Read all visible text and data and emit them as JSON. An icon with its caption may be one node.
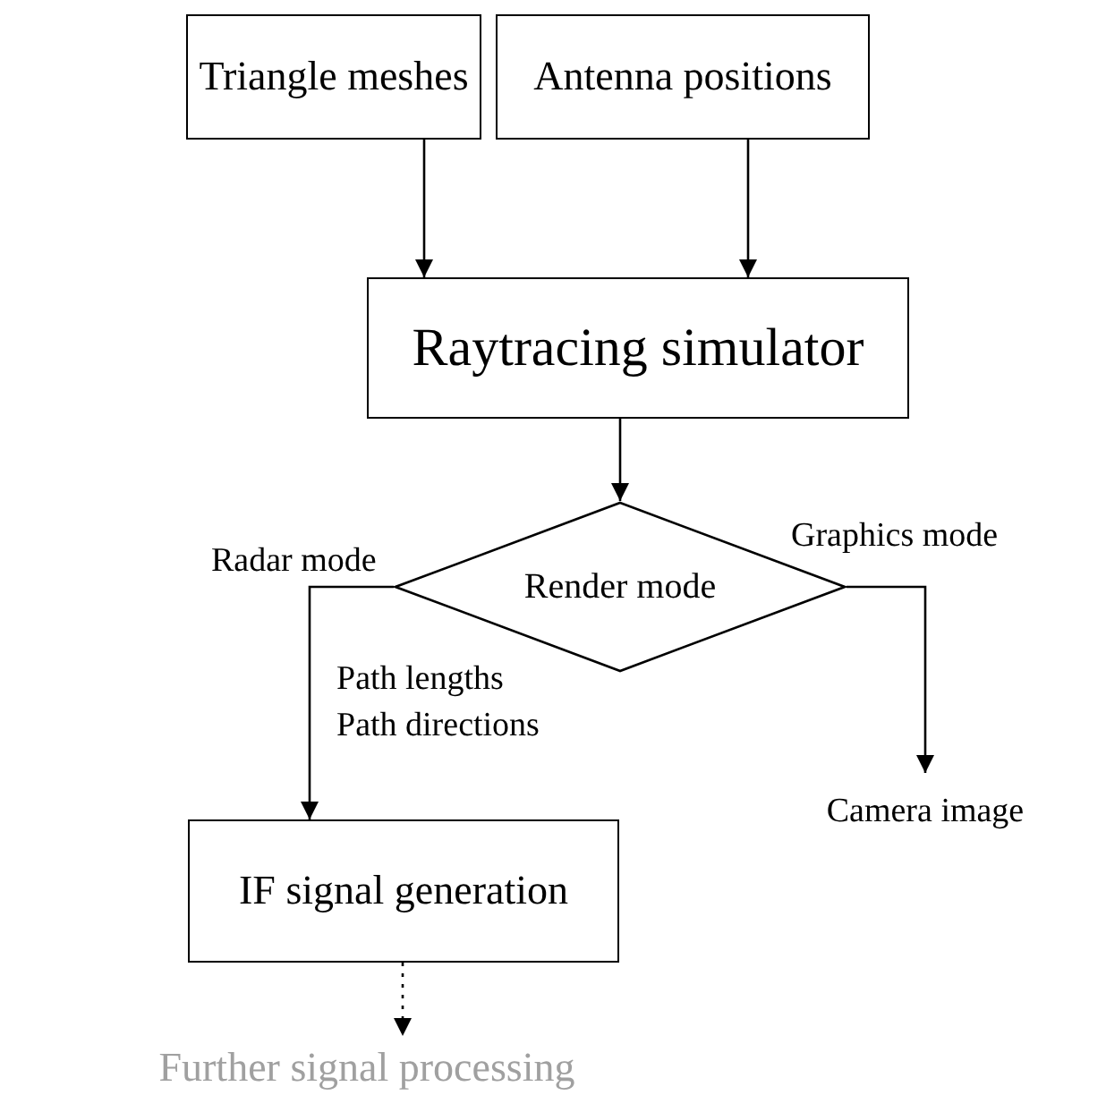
{
  "diagram": {
    "nodes": [
      {
        "text": [
          "Triangle meshes"
        ]
      },
      {
        "text": [
          "Antenna positions"
        ]
      },
      {
        "text": [
          "Raytracing simulator"
        ]
      },
      {
        "text": [
          "Render mode"
        ]
      },
      {
        "text": [
          "IF signal generation"
        ]
      },
      {
        "text": [
          "Camera image"
        ]
      },
      {
        "text": [
          "Further signal processing"
        ]
      }
    ],
    "edges": [
      {
        "from": 0,
        "to": 2,
        "arrow": "to"
      },
      {
        "from": 1,
        "to": 2,
        "arrow": "to"
      },
      {
        "from": 2,
        "to": 3,
        "arrow": "to"
      },
      {
        "from": 3,
        "to": 4,
        "arrow": "to",
        "label": "Radar mode"
      },
      {
        "from": 3,
        "to": 5,
        "arrow": "to",
        "label": "Graphics mode"
      },
      {
        "from": 4,
        "to": 6,
        "arrow": "to",
        "style": "dashed"
      }
    ],
    "labels": [
      "Path lengths",
      "Path directions"
    ]
  }
}
